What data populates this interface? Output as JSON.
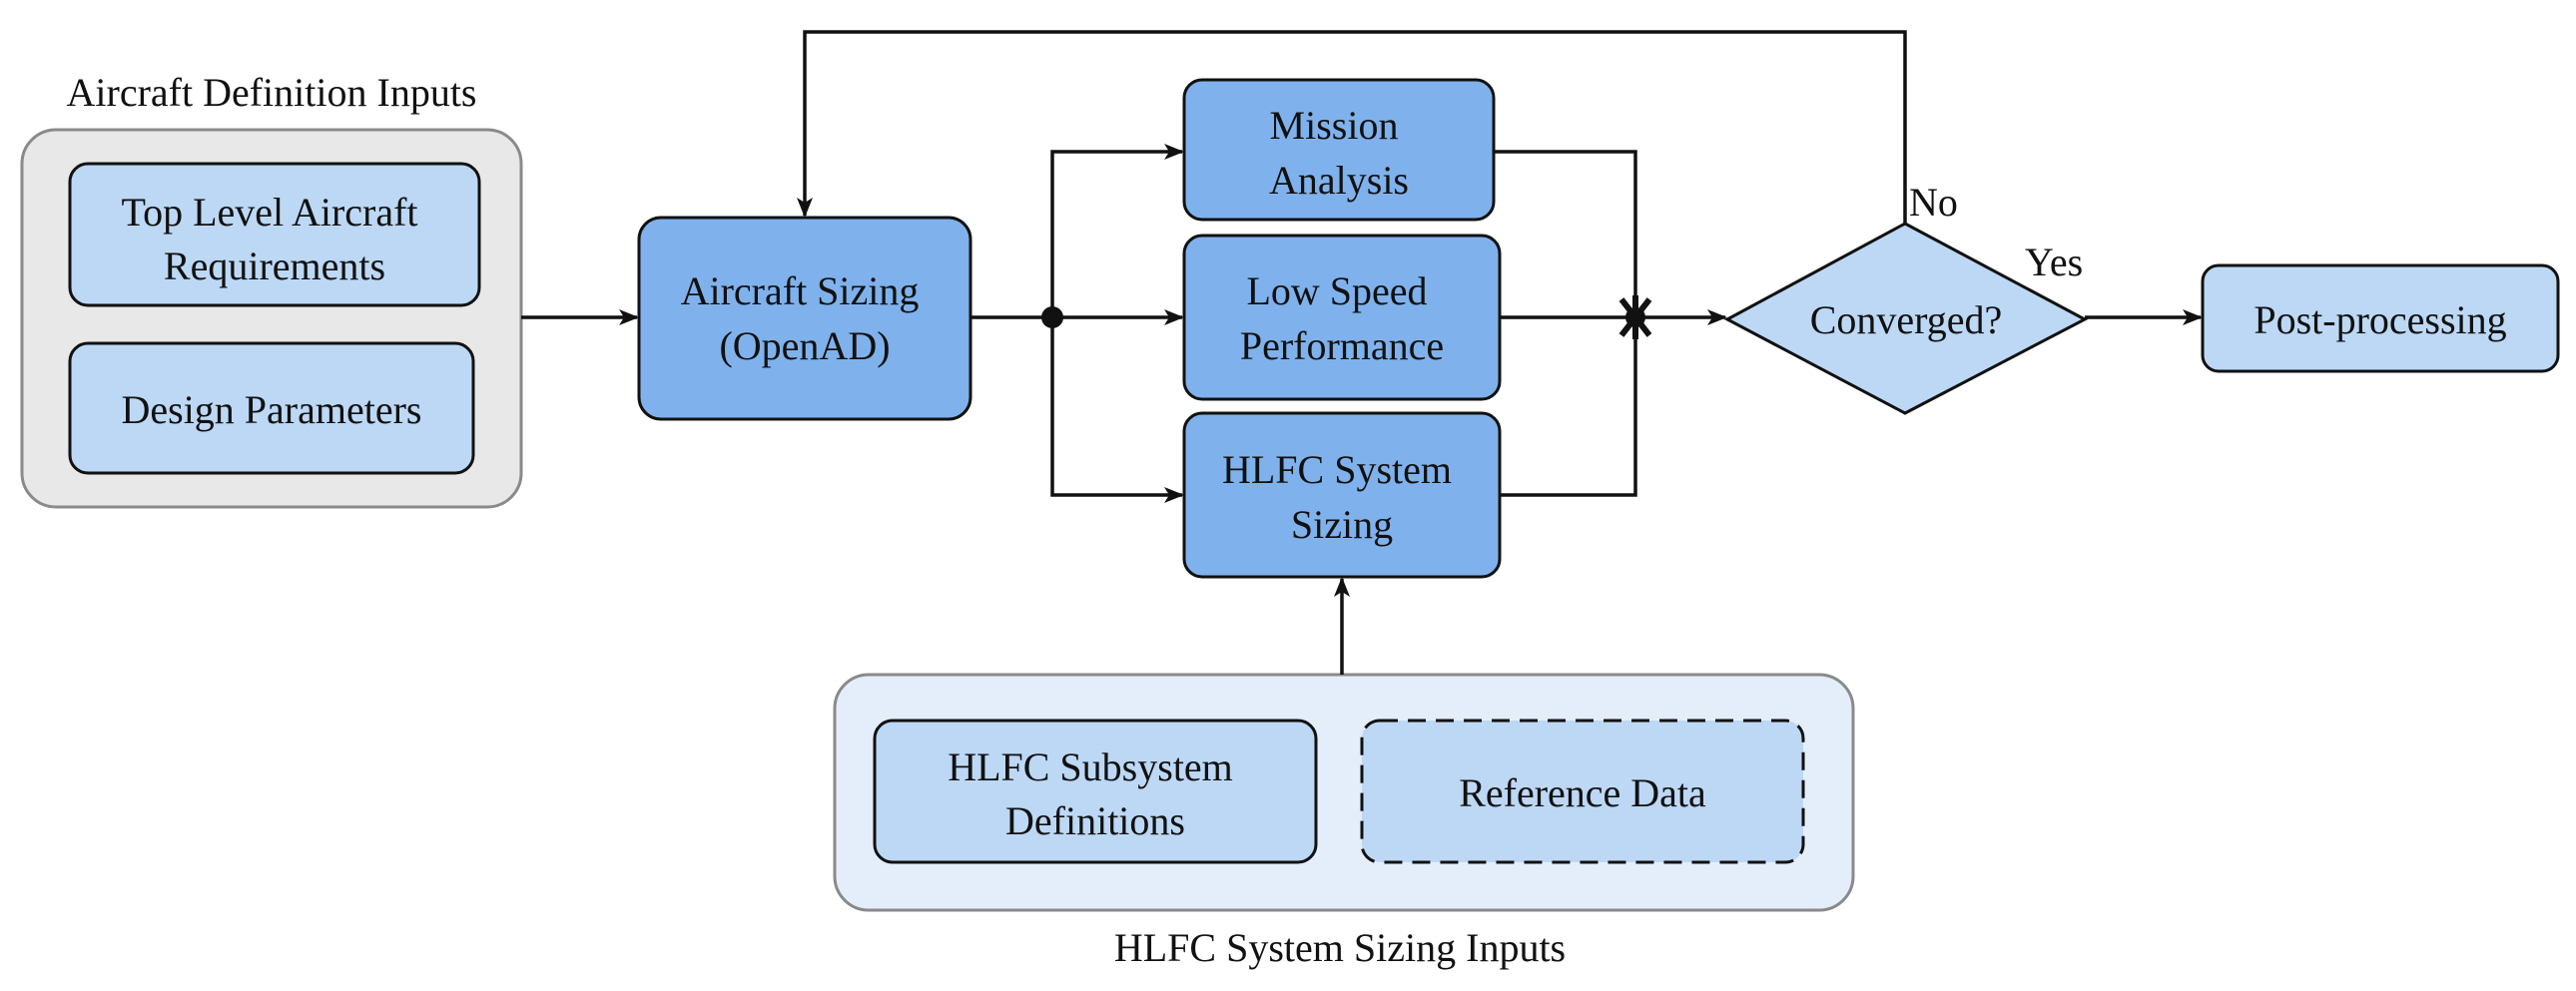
{
  "groups": {
    "aircraft_inputs": {
      "title": "Aircraft Definition Inputs"
    },
    "hlfc_inputs": {
      "title": "HLFC System Sizing Inputs"
    }
  },
  "nodes": {
    "top_level_req": [
      "Top Level Aircraft",
      "Requirements"
    ],
    "design_params": [
      "Design Parameters"
    ],
    "aircraft_sizing": [
      "Aircraft Sizing",
      "(OpenAD)"
    ],
    "mission_analysis": [
      "Mission",
      "Analysis"
    ],
    "low_speed": [
      "Low Speed",
      "Performance"
    ],
    "hlfc_sizing": [
      "HLFC System",
      "Sizing"
    ],
    "converged": [
      "Converged?"
    ],
    "post_processing": [
      "Post-processing"
    ],
    "hlfc_subsystem": [
      "HLFC Subsystem",
      "Definitions"
    ],
    "reference_data": [
      "Reference Data"
    ]
  },
  "edge_labels": {
    "no": "No",
    "yes": "Yes"
  },
  "colors": {
    "process_fill": "#7FB2EC",
    "input_fill": "#BCD8F5",
    "group_gray": "#E8E8E8",
    "group_blue": "#E4EEFA",
    "stroke": "#111111"
  }
}
